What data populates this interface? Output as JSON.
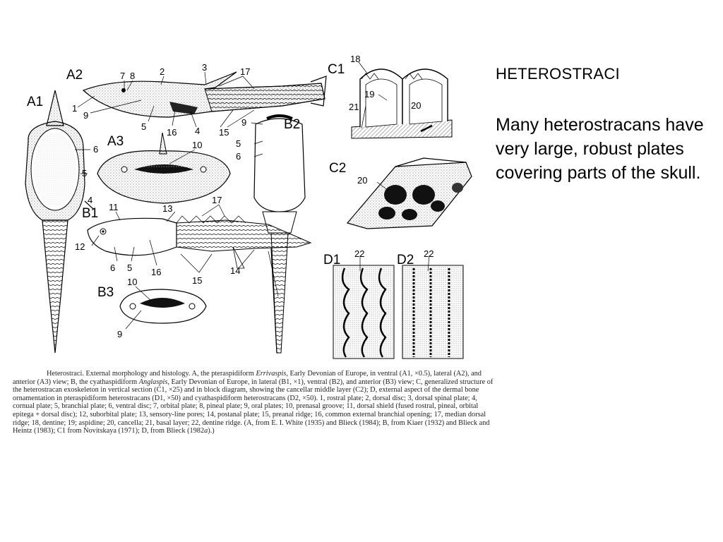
{
  "slide": {
    "title": "HETEROSTRACI",
    "body": "Many heterostracans have very large, robust plates covering parts of the skull."
  },
  "figure": {
    "panel_labels": {
      "A1": "A1",
      "A2": "A2",
      "A3": "A3",
      "B1": "B1",
      "B2": "B2",
      "B3": "B3",
      "C1": "C1",
      "C2": "C2",
      "D1": "D1",
      "D2": "D2"
    },
    "numbers": {
      "a2_7": "7",
      "a2_8": "8",
      "a2_2": "2",
      "a2_3": "3",
      "a2_17": "17",
      "a1_1": "1",
      "a2_9": "9",
      "a2_5": "5",
      "a2_16": "16",
      "a2_4": "4",
      "a2_15": "15",
      "a1_6": "6",
      "a1_5": "5",
      "a1_4": "4",
      "a3_10": "10",
      "b2_9": "9",
      "b2_5": "5",
      "b2_6": "6",
      "b1_11": "11",
      "b1_13": "13",
      "b1_17": "17",
      "b1_12": "12",
      "b1_6": "6",
      "b1_5": "5",
      "b1_16": "16",
      "b1_15": "15",
      "b1_14": "14",
      "b3_10": "10",
      "b3_9": "9",
      "c1_18": "18",
      "c1_19": "19",
      "c1_20": "20",
      "c1_21": "21",
      "c2_20": "20",
      "d1_22": "22",
      "d2_22": "22"
    },
    "caption": {
      "lead": "Heterostraci. External morphology and histology. A, the pteraspidiform ",
      "genus1": "Errivaspis",
      "part2": ", Early Devonian of Europe, in ventral (A1, ×0.5), lateral (A2), and anterior (A3) view; B, the cyathaspidiform ",
      "genus2": "Anglaspis",
      "part3": ", Early Devonian of Europe, in lateral (B1, ×1), ventral (B2), and anterior (B3) view; C, generalized structure of the heterostracan exoskeleton in vertical section (C1, ×25) and in block diagram, showing the cancellar middle layer (C2); D, external aspect of the dermal bone ornamentation in pteraspidiform heterostracans (D1, ×50) and cyathaspidiform heterostracans (D2, ×50). 1, rostral plate; 2, dorsal disc; 3, dorsal spinal plate; 4, cornual plate; 5, branchial plate; 6, ventral disc; 7, orbital plate; 8, pineal plate; 9, oral plates; 10, prenasal groove; 11, dorsal shield (fused rostral, pineal, orbital epitega + dorsal disc); 12, suborbital plate; 13, sensory-line pores; 14, postanal plate; 15, preanal ridge; 16, common external branchial opening; 17, median dorsal ridge; 18, dentine; 19; aspidine; 20, cancella; 21, basal layer; 22, dentine ridge. (A, from E. I. White (1935) and Blieck (1984); B, from Kiaer (1932) and Blieck and Heintz (1983); C1 from Novitskaya (1971); D, from Blieck (1982",
      "italic_a": "a",
      "tail": ").)"
    }
  }
}
